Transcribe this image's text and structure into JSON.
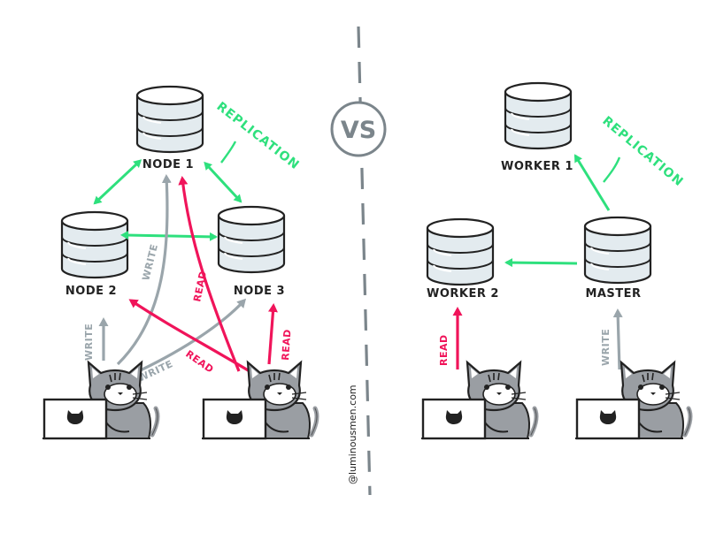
{
  "colors": {
    "green": "#2ee07d",
    "gray": "#9aa5ab",
    "red": "#f0145a",
    "ink": "#222222",
    "db_fill": "#e3ebef",
    "cat_gray": "#9a9ea3",
    "dash": "#7b858b"
  },
  "vs_label": "VS",
  "credit": "@luminousmen.com",
  "left": {
    "node1_label": "NODE 1",
    "node2_label": "NODE 2",
    "node3_label": "NODE 3",
    "replication_label": "REPLICATION",
    "write_label": "WRITE",
    "read_label": "READ"
  },
  "right": {
    "worker1_label": "WORKER 1",
    "worker2_label": "WORKER 2",
    "master_label": "MASTER",
    "replication_label": "REPLICATION",
    "write_label": "WRITE",
    "read_label": "READ"
  }
}
